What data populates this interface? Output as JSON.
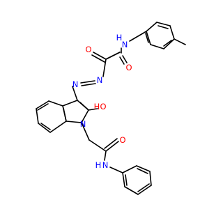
{
  "diagram": {
    "type": "chemical-structure",
    "colors": {
      "bond": "#000000",
      "oxygen": "#ff0000",
      "nitrogen": "#0000ff"
    },
    "atom_labels": {
      "o_hydrazone_carbonyl": "O",
      "o_oxalamide_carbonyl": "O",
      "nh_oxalamide": "N",
      "h_oxalamide": "H",
      "n_azo_1": "N",
      "n_azo_2": "N",
      "oh_oxygen": "O",
      "oh_hydrogen": "H",
      "n_indole": "N",
      "o_acetamide_carbonyl": "O",
      "nh_acetamide": "N",
      "h_acetamide": "H"
    }
  }
}
